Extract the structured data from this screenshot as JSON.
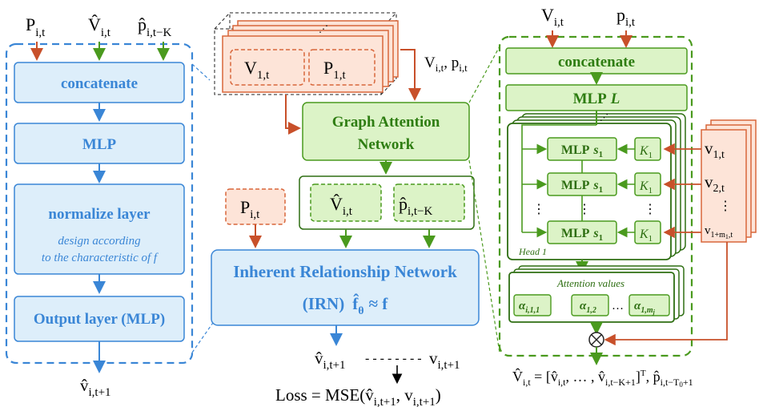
{
  "left_panel": {
    "inputs": [
      "P",
      "V̂",
      "p̂"
    ],
    "input_subs": [
      "i,t",
      "i,t",
      "i,t−K"
    ],
    "blocks": {
      "concat": "concatenate",
      "mlp": "MLP",
      "normalize": "normalize layer",
      "normalize_note_1": "design according",
      "normalize_note_2": "to the characteristic of f",
      "output": "Output layer (MLP)"
    },
    "output_label": "v̂",
    "output_sub": "i,t+1"
  },
  "center": {
    "stack_v": "V",
    "stack_v_sub": "1,t",
    "stack_p": "P",
    "stack_p_sub": "1,t",
    "stack_side": "V",
    "stack_side_sub1": "i,t",
    "stack_side_sep": ", p",
    "stack_side_sub2": "i,t",
    "gat_line1": "Graph Attention",
    "gat_line2": "Network",
    "gat_v": "V̂",
    "gat_v_sub": "i,t",
    "gat_p": "p̂",
    "gat_p_sub": "i,t−K",
    "p_input": "P",
    "p_input_sub": "i,t",
    "irn_line1": "Inherent Relationship Network",
    "irn_line2a": "(IRN)",
    "irn_fhat": "f̂",
    "irn_theta": "θ",
    "irn_approx": "≈ f",
    "vhat_out": "v̂",
    "vhat_out_sub": "i,t+1",
    "dashes": "- - - - - - - -",
    "v_true": "v",
    "v_true_sub": "i,t+1",
    "loss": "Loss = MSE(v̂",
    "loss_sub1": "i,t+1",
    "loss_mid": ", v",
    "loss_sub2": "i,t+1",
    "loss_end": ")"
  },
  "right_panel": {
    "in_v": "V",
    "in_v_sub": "i,t",
    "in_p": "p",
    "in_p_sub": "i,t",
    "concat": "concatenate",
    "mlp_l": "MLP",
    "mlp_l_italic": "L",
    "mlp_s": "MLP",
    "s_sym": "s",
    "s_sub": "1",
    "k_sym": "K",
    "k_sub": "1",
    "dots_v": "⋮",
    "head": "Head 1",
    "nodes": [
      "v",
      "v",
      "⋮",
      "v"
    ],
    "node_subs": [
      "1,t",
      "2,t",
      "",
      "1+m"
    ],
    "node_sub_extra": "1",
    "node_sub_tail": ",t",
    "attention_title": "Attention values",
    "alphas": [
      "α",
      "α",
      "…",
      "α"
    ],
    "alpha_subs": [
      "i,1,1",
      "1,2",
      "",
      "1,m"
    ],
    "alpha_sub_tail": "j",
    "otimes": "⊗",
    "formula_lhs": "V̂",
    "formula_lhs_sub": "i,t",
    "formula_eq": " = [v̂",
    "formula_s1": "i,t",
    "formula_mid": ", … , v̂",
    "formula_s2": "i,t−K+1",
    "formula_end": "]",
    "formula_T": "T",
    "formula_comma": ", p̂",
    "formula_s3": "i,t−T",
    "formula_s3b": "0",
    "formula_s3c": "+1"
  },
  "colors": {
    "blue": "#3a86d6",
    "blue_fill": "#ddeefa",
    "green": "#4a9a1e",
    "green_dark": "#2e6e12",
    "green_fill": "#dcf3c7",
    "orange": "#e06a3a",
    "orange_fill": "#fde4d8"
  }
}
